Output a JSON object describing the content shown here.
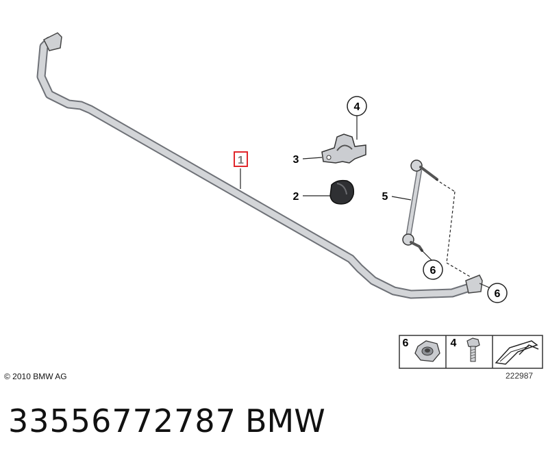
{
  "callouts": {
    "c1": "1",
    "c2": "2",
    "c3": "3",
    "c4": "4",
    "c5": "5",
    "c6a": "6",
    "c6b": "6"
  },
  "legend": {
    "item_nut": "6",
    "item_bolt": "4"
  },
  "copyright": "© 2010 BMW AG",
  "diagram_number": "222987",
  "part_number": "33556772787",
  "brand": "BMW",
  "colors": {
    "highlight": "#e0262b",
    "part_gray": "#c9cbcf",
    "line": "#222222"
  }
}
